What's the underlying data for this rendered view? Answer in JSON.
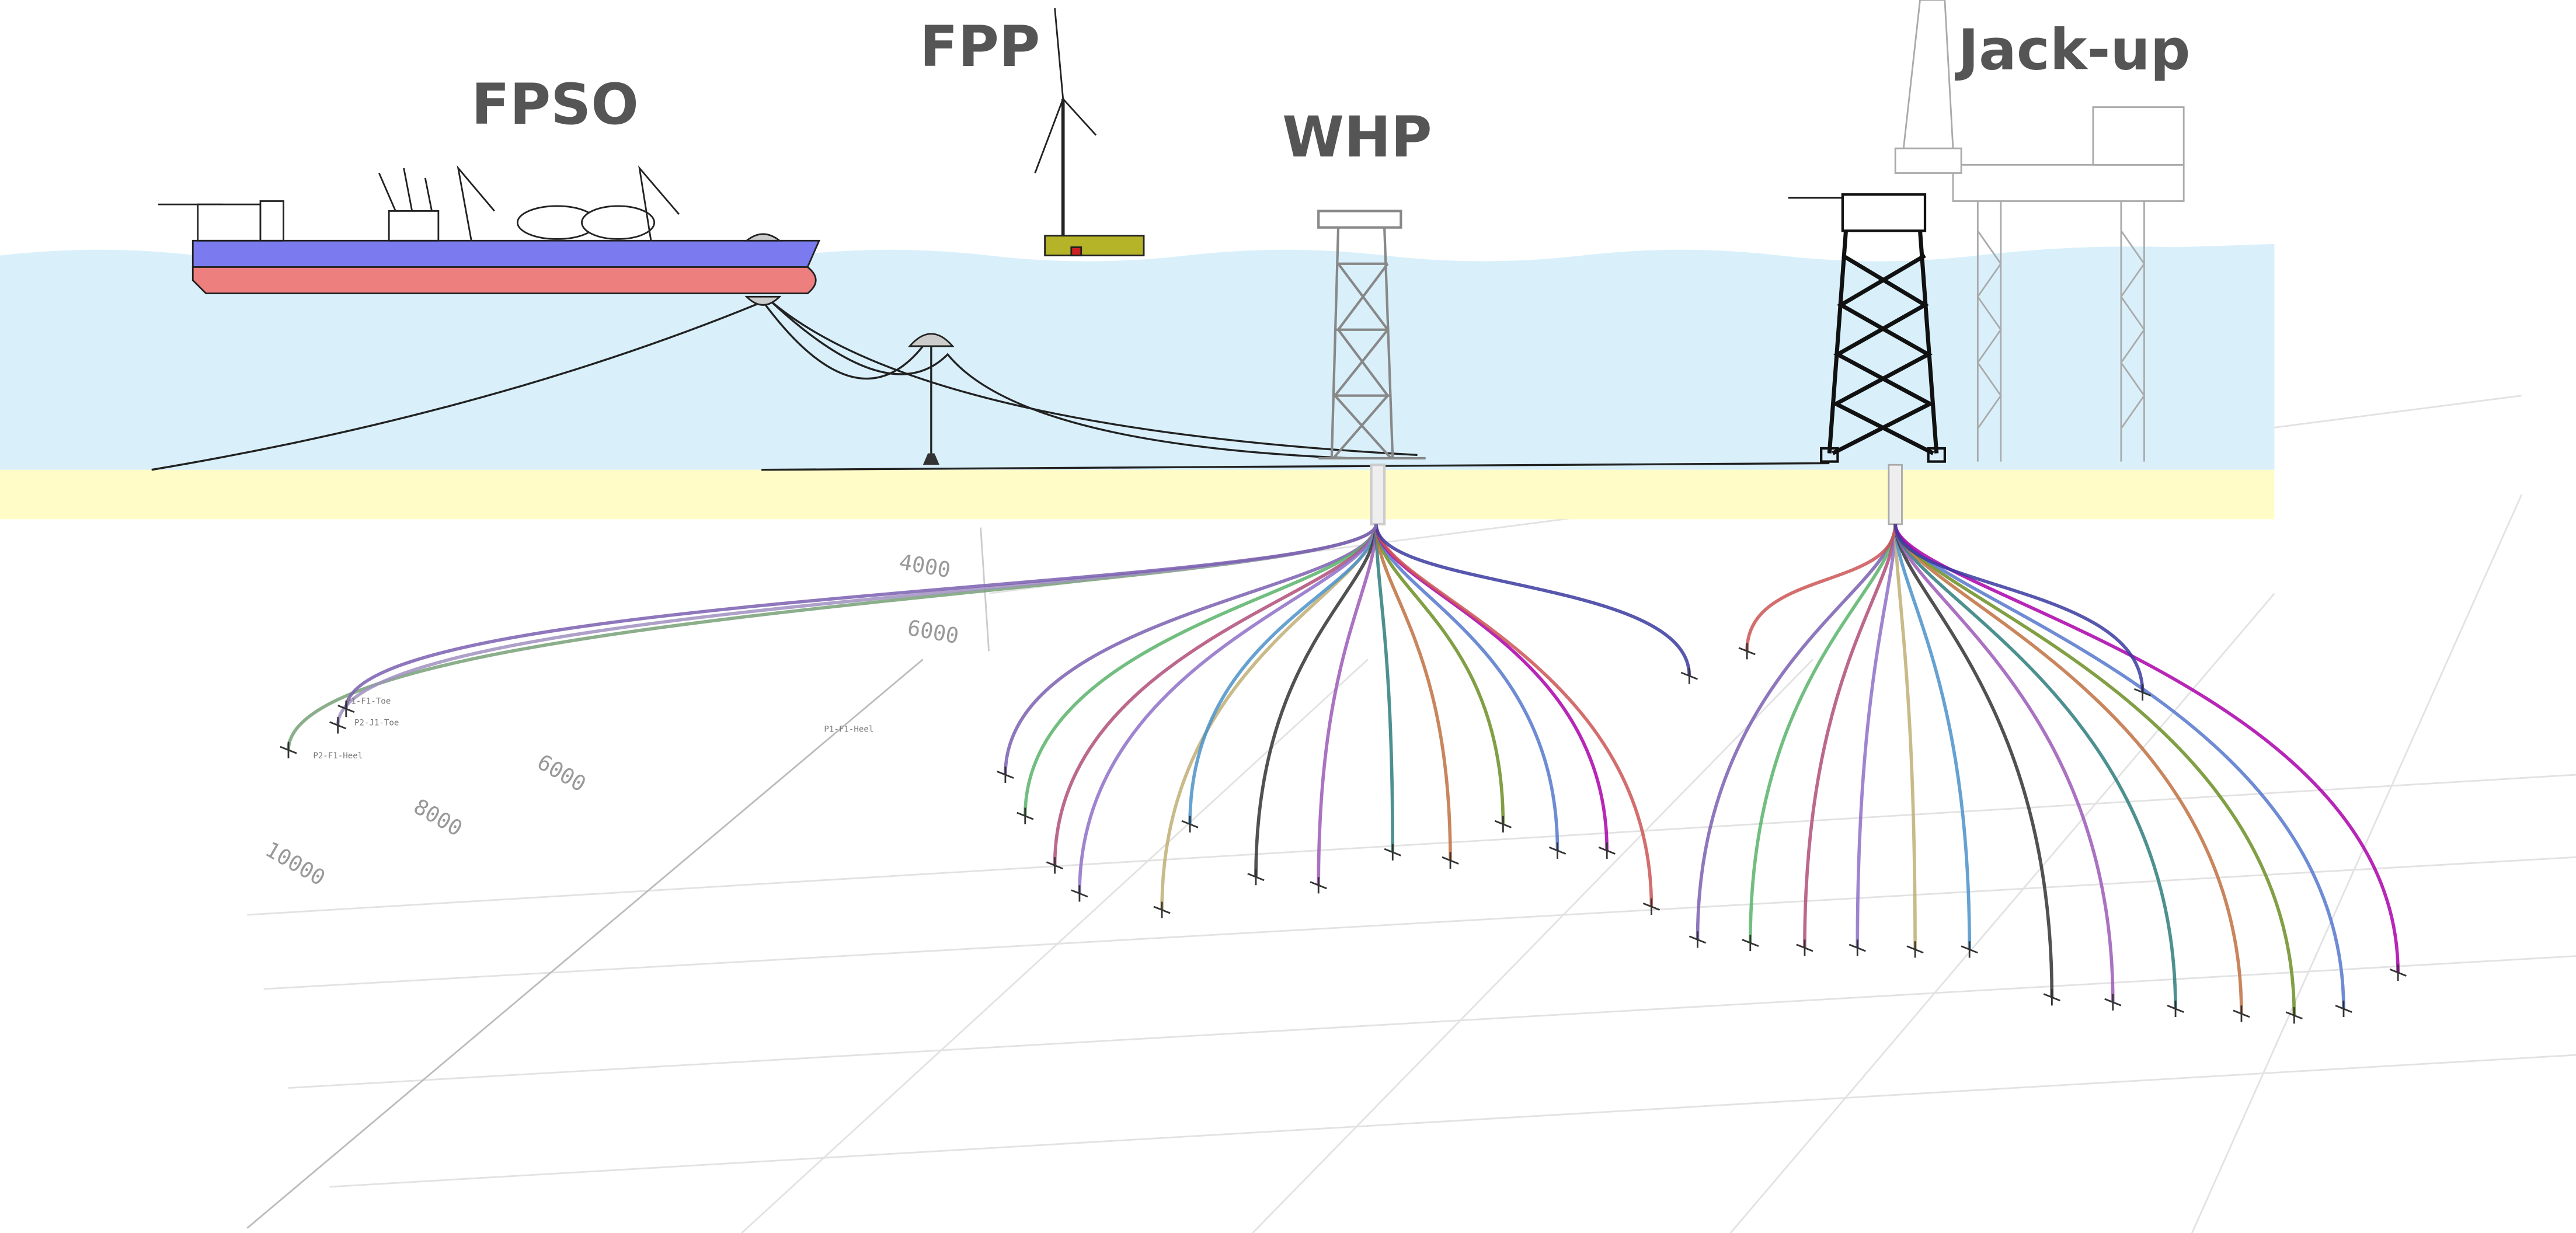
{
  "labels": {
    "fpso": "FPSO",
    "fpp": "FPP",
    "whp": "WHP",
    "jackup": "Jack-up"
  },
  "axis_ticks": {
    "vertical": [
      "4000",
      "6000"
    ],
    "depth": [
      "6000",
      "8000",
      "10000"
    ]
  },
  "well_labels": [
    "P1-F1-Toe",
    "P2-J1-Toe",
    "P1-F1-Heel",
    "P2-F1-Heel"
  ],
  "colors": {
    "sea": "#d9f0fb",
    "seabed": "#fffcc8",
    "hull_top": "#7b7bef",
    "hull_bottom": "#ee7f7f",
    "title": "#555555",
    "fpp_float": "#b5b327"
  }
}
